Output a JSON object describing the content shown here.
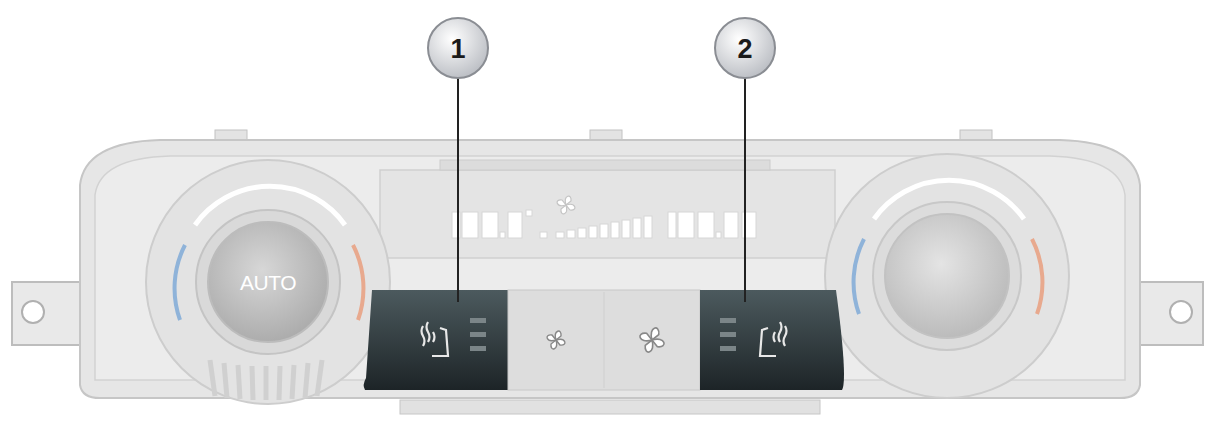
{
  "diagram": {
    "labels": [
      "1",
      "2",
      "AUTO"
    ]
  }
}
